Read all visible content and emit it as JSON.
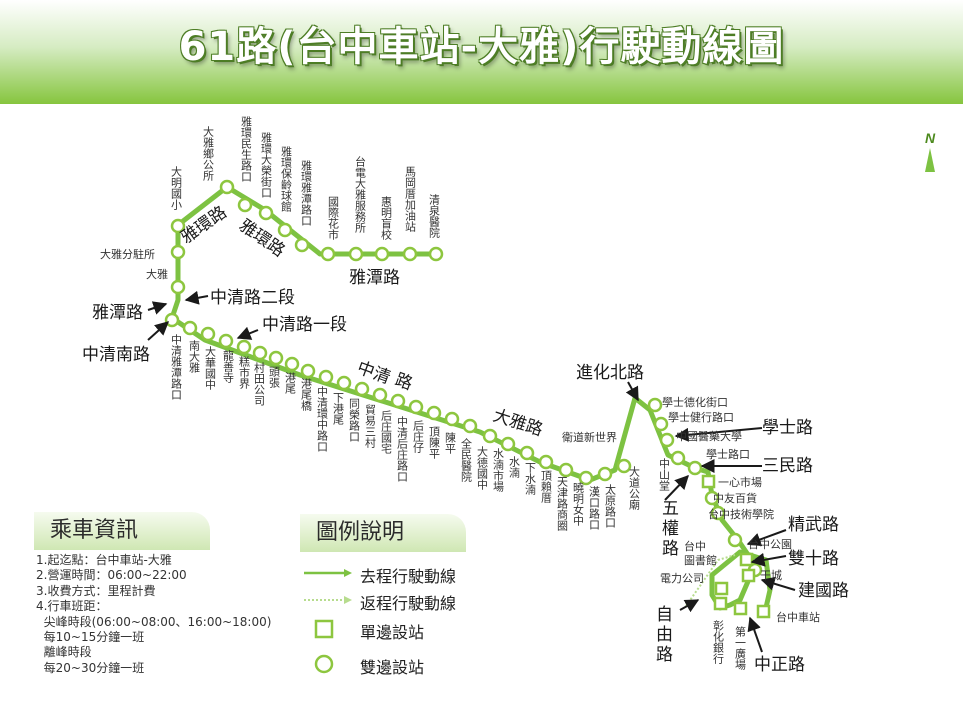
{
  "title": "61路(台中車站-大雅)行駛動線圖",
  "north_label": "N",
  "roads": {
    "yahuan1": "雅環路",
    "yahuan2": "雅環路",
    "yatan_top": "雅潭路",
    "yatan_left": "雅潭路",
    "zhongqing2": "中清路二段",
    "zhongqing_south": "中清南路",
    "zhongqing1": "中清路一段",
    "zhongqing": "中清",
    "road_suffix": "路",
    "daya": "大雅路",
    "jinhua_north": "進化北路",
    "xueshi": "學士路",
    "sanmin": "三民路",
    "wuquan_1": "五",
    "wuquan_2": "權",
    "wuquan_3": "路",
    "jingwu": "精武路",
    "shuangshi": "雙十路",
    "jianguo": "建國路",
    "ziyou_1": "自",
    "ziyou_2": "由",
    "ziyou_3": "路",
    "zhongzheng": "中正路"
  },
  "stops_vertical": [
    "大明國小",
    "大雅鄉公所",
    "雅環民生路口",
    "雅環大榮街口",
    "雅環保齡球館",
    "雅環雅潭路口",
    "國際花市",
    "台電大雅服務所",
    "惠明盲校",
    "馬岡厝加油站",
    "清泉醫院",
    "中清雅潭路口",
    "南大雅",
    "大華國中",
    "龍善寺",
    "糕市界",
    "村田公司",
    "頭張",
    "港尾",
    "港尾橋",
    "中清環中路口",
    "下港尾",
    "同榮路口",
    "貿易三村",
    "后庄國宅",
    "中清后庄路口",
    "后庄仔",
    "頂陳平",
    "陳平",
    "全民醫院",
    "大德國中",
    "水湳市場",
    "水湳",
    "下水湳",
    "頂賴厝",
    "天津路商圈",
    "曉明女中",
    "漢口路口",
    "太原路口",
    "大道公廟",
    "中山堂",
    "彰化銀行",
    "第一廣場"
  ],
  "stops_horizontal": [
    "大雅分駐所",
    "大雅",
    "衛道新世界",
    "學士德化街口",
    "學士健行路口",
    "中國醫藥大學",
    "學士路口",
    "一心市場",
    "中友百貨",
    "台中技術學院",
    "台中公園",
    "台中",
    "圖書館",
    "干城",
    "電力公司",
    "台中車站"
  ],
  "info": {
    "heading": "乘車資訊",
    "lines": [
      "1.起迄點：台中車站-大雅",
      "2.營運時間：06:00~22:00",
      "3.收費方式：里程計費",
      "4.行車班距：",
      "  尖峰時段(06:00~08:00、16:00~18:00)",
      "  每10~15分鐘一班",
      "  離峰時段",
      "  每20~30分鐘一班"
    ]
  },
  "legend": {
    "heading": "圖例說明",
    "outbound": "去程行駛動線",
    "return": "返程行駛動線",
    "single_stop": "單邊設站",
    "double_stop": "雙邊設站"
  },
  "colors": {
    "route": "#7dc242",
    "stop_stroke": "#8dc63f",
    "arrow": "#1a1a1a",
    "header_green": "#86c53e"
  }
}
